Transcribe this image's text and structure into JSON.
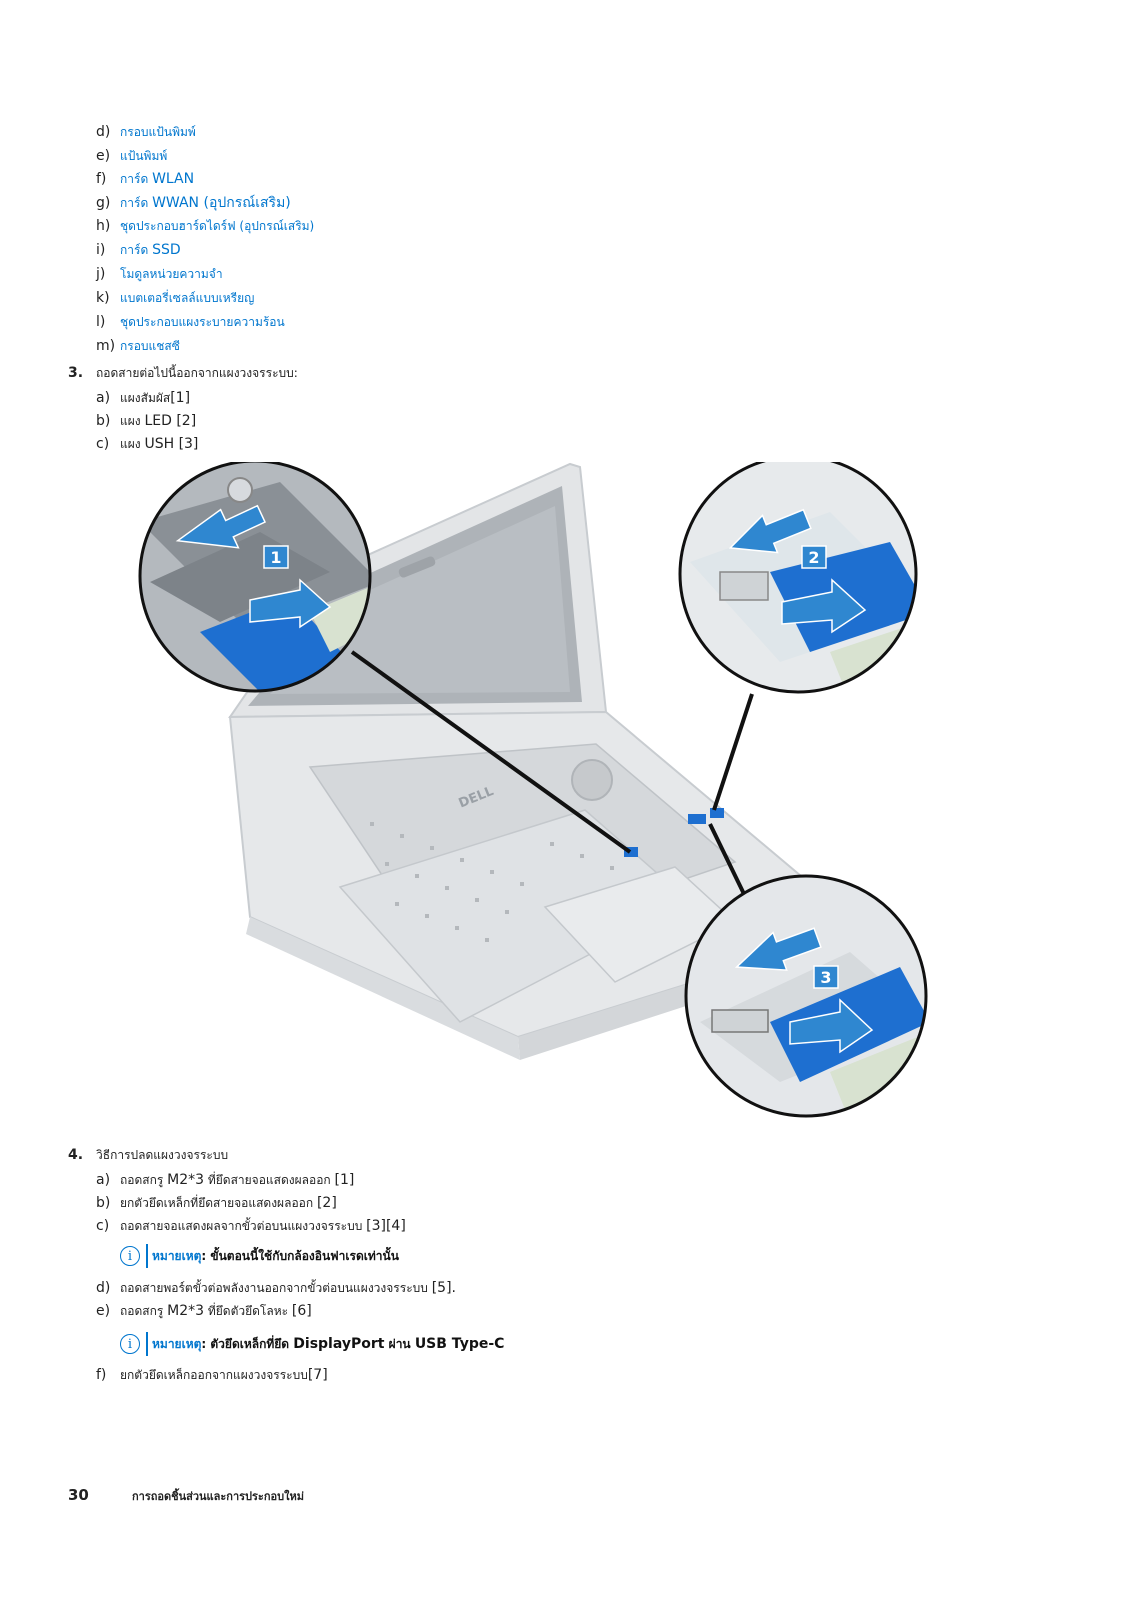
{
  "list1": [
    {
      "marker": "d)",
      "pre": "กรอบแป้นพิมพ์",
      "big": ""
    },
    {
      "marker": "e)",
      "pre": "แป้นพิมพ์",
      "big": ""
    },
    {
      "marker": "f)",
      "pre": "การ์ด ",
      "big": "WLAN"
    },
    {
      "marker": "g)",
      "pre": "การ์ด ",
      "big": "WWAN (อุปกรณ์เสริม)"
    },
    {
      "marker": "h)",
      "pre": "ชุดประกอบฮาร์ดไดร์ฟ (อุปกรณ์เสริม)",
      "big": ""
    },
    {
      "marker": "i)",
      "pre": "การ์ด ",
      "big": "SSD"
    },
    {
      "marker": "j)",
      "pre": "โมดูลหน่วยความจำ",
      "big": ""
    },
    {
      "marker": "k)",
      "pre": "แบตเตอรี่เซลล์แบบเหรียญ",
      "big": ""
    },
    {
      "marker": "l)",
      "pre": "ชุดประกอบแผงระบายความร้อน",
      "big": ""
    },
    {
      "marker": "m)",
      "pre": "กรอบแชสซี",
      "big": ""
    }
  ],
  "step3": {
    "num": "3.",
    "text": "ถอดสายต่อไปนี้ออกจากแผงวงจรระบบ:",
    "items": [
      {
        "marker": "a)",
        "pre": "แผงสัมผัส",
        "big": "[1]"
      },
      {
        "marker": "b)",
        "pre": "แผง ",
        "big": "LED [2]"
      },
      {
        "marker": "c)",
        "pre": "แผง ",
        "big": "USH [3]"
      }
    ]
  },
  "figure": {
    "callouts": [
      "1",
      "2",
      "3"
    ],
    "logo": "DELL",
    "colors": {
      "arrow": "#2f87d0",
      "callout": "#2f87d0",
      "cable": "#1e6fd0",
      "chassis": "#e4e6e8"
    }
  },
  "step4": {
    "num": "4.",
    "text": "วิธีการปลดแผงวงจรระบบ",
    "items_a": [
      {
        "marker": "a)",
        "pre": "ถอดสกรู ",
        "big": "M2*3",
        "post": " ที่ยึดสายจอแสดงผลออก ",
        "tag": "[1]"
      },
      {
        "marker": "b)",
        "pre": "ยกตัวยึดเหล็กที่ยึดสายจอแสดงผลออก ",
        "big": "",
        "post": "",
        "tag": "[2]"
      },
      {
        "marker": "c)",
        "pre": "ถอดสายจอแสดงผลจากขั้วต่อบนแผงวงจรระบบ ",
        "big": "",
        "post": "",
        "tag": "[3][4]"
      }
    ],
    "note1": {
      "label": "หมายเหตุ",
      "text": ": ขั้นตอนนี้ใช้กับกล้องอินฟาเรดเท่านั้น",
      "big": ""
    },
    "items_b": [
      {
        "marker": "d)",
        "pre": "ถอดสายพอร์ตขั้วต่อพลังงานออกจากขั้วต่อบนแผงวงจรระบบ ",
        "big": "",
        "post": "",
        "tag": "[5]."
      },
      {
        "marker": "e)",
        "pre": "ถอดสกรู ",
        "big": "M2*3",
        "post": " ที่ยึดตัวยึดโลหะ ",
        "tag": "[6]"
      }
    ],
    "note2": {
      "label": "หมายเหตุ",
      "text": ": ตัวยึดเหล็กที่ยึด ",
      "big": "DisplayPort",
      "text2": " ผ่าน ",
      "big2": "USB Type-C"
    },
    "items_c": [
      {
        "marker": "f)",
        "pre": "ยกตัวยึดเหล็กออกจากแผงวงจรระบบ",
        "big": "",
        "post": "",
        "tag": "[7]"
      }
    ]
  },
  "footer": {
    "page_number": "30",
    "title": "การถอดชิ้นส่วนและการประกอบใหม่"
  }
}
